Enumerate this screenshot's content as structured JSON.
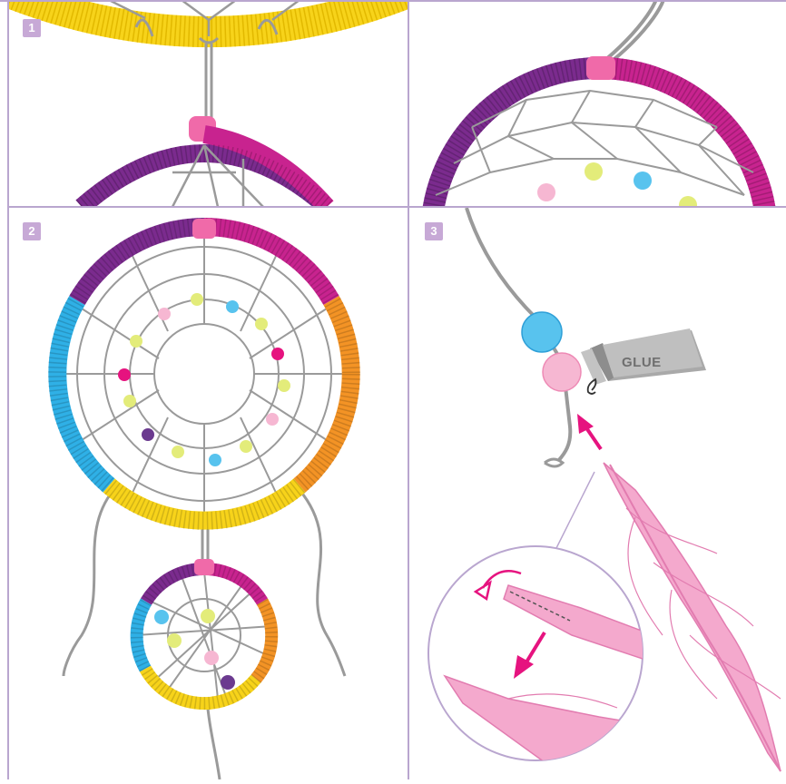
{
  "panels": [
    {
      "number": "1"
    },
    {
      "number": "2"
    },
    {
      "number": "3"
    }
  ],
  "glue_label": "GLUE",
  "colors": {
    "border": "#b9a6cf",
    "badge": "#c7a9d6",
    "yellow": "#f7d31a",
    "purple": "#7b2b8e",
    "magenta": "#c8238f",
    "orange": "#f39325",
    "blue": "#2fb0e6",
    "pink_feather": "#f4a9cd",
    "pink_accent": "#e6137f",
    "string": "#9a9a9a",
    "bead_yellow": "#e3ec7a",
    "bead_pink": "#f6b7d2",
    "bead_blue": "#58c3ee",
    "bead_purple": "#6b3a8f"
  }
}
